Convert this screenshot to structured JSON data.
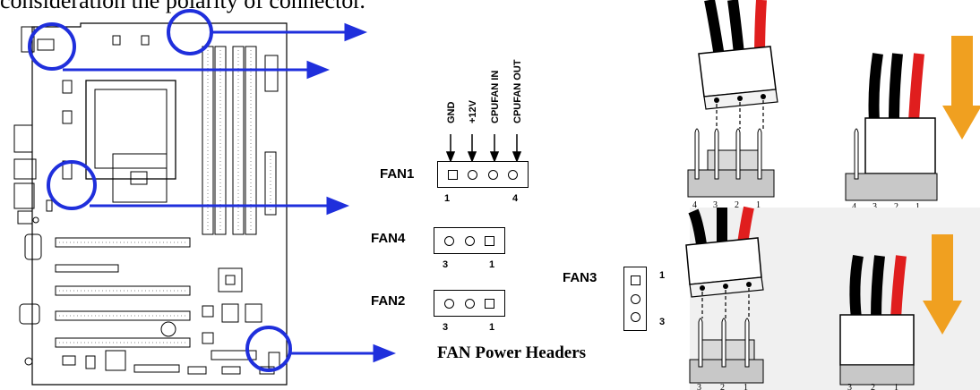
{
  "intro_text": "consideration the polarity of connector.",
  "caption": "FAN Power Headers",
  "fan1": {
    "name": "FAN1",
    "pin_labels": [
      "GND",
      "+12V",
      "CPUFAN IN",
      "CPUFAN OUT"
    ],
    "start_num": "1",
    "end_num": "4"
  },
  "fan4": {
    "name": "FAN4",
    "left_num": "3",
    "right_num": "1"
  },
  "fan2": {
    "name": "FAN2",
    "left_num": "3",
    "right_num": "1"
  },
  "fan3": {
    "name": "FAN3",
    "top_num": "1",
    "bottom_num": "3"
  },
  "connector_4pin_numbers": [
    "4",
    "3",
    "2",
    "1"
  ],
  "connector_3pin_numbers": [
    "3",
    "2",
    "1"
  ],
  "colors": {
    "arrow_blue": "#1f2fdc",
    "wire_red": "#e01e1e",
    "wire_black": "#000000",
    "orange_arrow": "#f0a020",
    "header_gray": "#c8c8c8"
  }
}
